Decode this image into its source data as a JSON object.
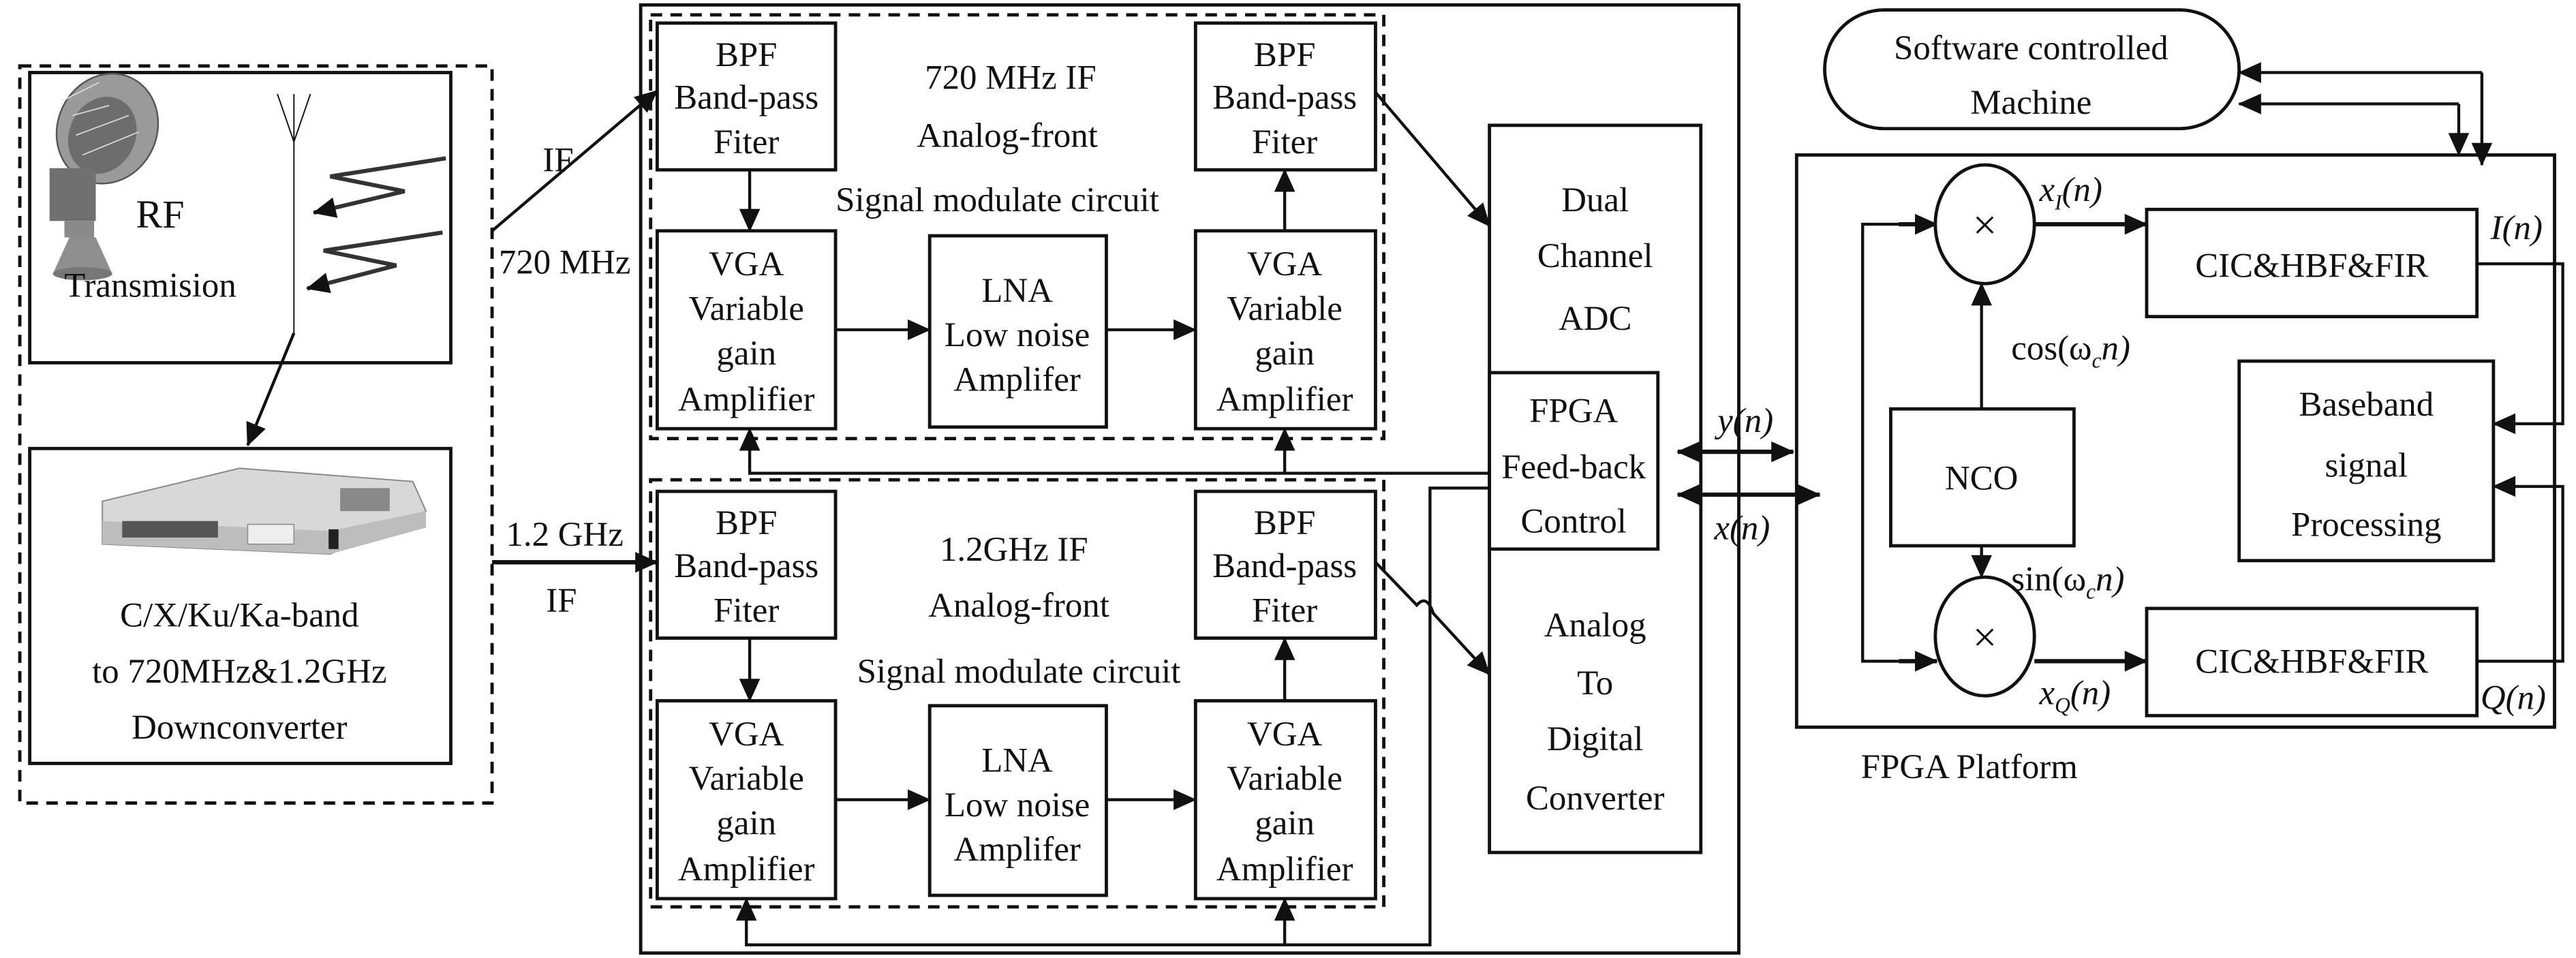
{
  "left_section": {
    "rf_block": {
      "line1": "RF",
      "line2": "Transmision",
      "icon": "radio-telescope-dish-icon",
      "antenna": "antenna-icon"
    },
    "downconverter_block": {
      "line1": "C/X/Ku/Ka-band",
      "line2": "to 720MHz&1.2GHz",
      "line3": "Downconverter",
      "icon": "rack-downconverter-device-icon"
    }
  },
  "links": {
    "if_top": {
      "label_above": "IF",
      "label_below": "720 MHz"
    },
    "if_bottom": {
      "label_above": "1.2 GHz",
      "label_below": "IF"
    },
    "yn": "y(n)",
    "xn": "x(n)"
  },
  "analog_front_top": {
    "title1": "720 MHz IF",
    "title2": "Analog-front",
    "title3": "Signal modulate circuit",
    "bpf_in": [
      "BPF",
      "Band-pass",
      "Fiter"
    ],
    "bpf_out": [
      "BPF",
      "Band-pass",
      "Fiter"
    ],
    "vga_in": [
      "VGA",
      "Variable",
      "gain",
      "Amplifier"
    ],
    "lna": [
      "LNA",
      "Low noise",
      "Amplifer"
    ],
    "vga_out": [
      "VGA",
      "Variable",
      "gain",
      "Amplifier"
    ]
  },
  "analog_front_bottom": {
    "title1": "1.2GHz IF",
    "title2": "Analog-front",
    "title3": "Signal modulate circuit",
    "bpf_in": [
      "BPF",
      "Band-pass",
      "Fiter"
    ],
    "bpf_out": [
      "BPF",
      "Band-pass",
      "Fiter"
    ],
    "vga_in": [
      "VGA",
      "Variable",
      "gain",
      "Amplifier"
    ],
    "lna": [
      "LNA",
      "Low noise",
      "Amplifer"
    ],
    "vga_out": [
      "VGA",
      "Variable",
      "gain",
      "Amplifier"
    ]
  },
  "adc": {
    "top": [
      "Dual",
      "Channel",
      "ADC"
    ],
    "feedback": [
      "FPGA",
      "Feed-back",
      "Control"
    ],
    "bottom": [
      "Analog",
      "To",
      "Digital",
      "Converter"
    ]
  },
  "fpga_platform": {
    "caption": "FPGA Platform",
    "software": [
      "Software controlled",
      "Machine"
    ],
    "mixer_symbol": "×",
    "nco": "NCO",
    "cos_label": {
      "pre": "cos(ω",
      "sub": "c",
      "post": "n)"
    },
    "sin_label": {
      "pre": "sin(ω",
      "sub": "c",
      "post": "n)"
    },
    "xi_label": {
      "pre": "x",
      "sub": "I",
      "post": "(n)"
    },
    "xq_label": {
      "pre": "x",
      "sub": "Q",
      "post": "(n)"
    },
    "filter_top": "CIC&HBF&FIR",
    "filter_bottom": "CIC&HBF&FIR",
    "in_label": "I(n)",
    "qn_label": "Q(n)",
    "baseband": [
      "Baseband",
      "signal",
      "Processing"
    ]
  }
}
